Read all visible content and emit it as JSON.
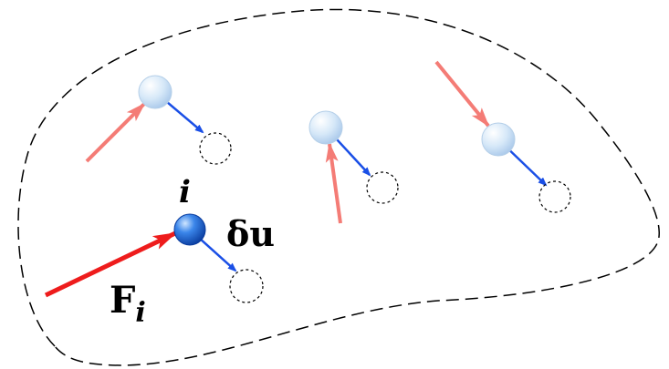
{
  "labels": {
    "particle_index": "i",
    "virtual_displacement": "δu",
    "force_symbol": "F",
    "force_subscript": "i"
  },
  "colors": {
    "background": "#ffffff",
    "boundary": "#000000",
    "force_highlight": "#ee1c1c",
    "force_faded": "#f47c76",
    "displacement": "#1a4fe6",
    "particle_highlight": "#1f6fe0",
    "particle_faded": "#c9e0f6",
    "displaced_position": "#000000"
  },
  "boundary": {
    "style": "dashed closed curve"
  },
  "particles": [
    {
      "id": "p1",
      "highlighted": false
    },
    {
      "id": "p2",
      "highlighted": false
    },
    {
      "id": "p3",
      "highlighted": false
    },
    {
      "id": "p-i",
      "highlighted": true
    }
  ]
}
